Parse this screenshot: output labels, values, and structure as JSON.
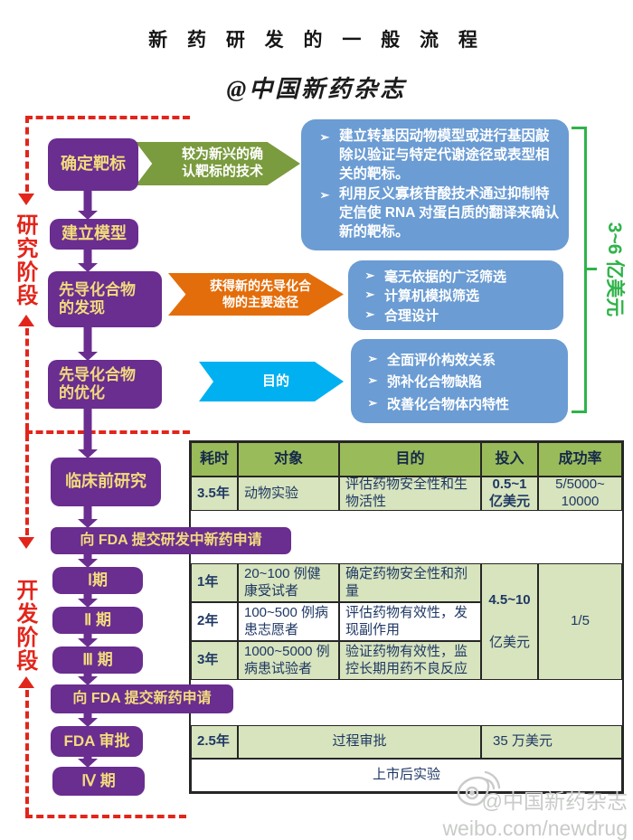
{
  "title": "新 药 研 发 的 一 般 流 程",
  "subtitle": "@中国新药杂志",
  "phase_labels": {
    "research": "研究阶段",
    "development": "开发阶段"
  },
  "cost_bracket": {
    "label": "3~6 亿美元",
    "color": "#2FB34A"
  },
  "bullet": "➢",
  "colors": {
    "flow_box": "#6A2D90",
    "flow_box_text": "#F2DB7C",
    "info_box": "#6B9CD3",
    "chevron_green": "#7A9B3E",
    "chevron_orange": "#E36D0A",
    "chevron_cyan": "#00B0F0",
    "table_header": "#9ABB59",
    "table_row_green": "#D7E4BD",
    "table_text": "#1F3864",
    "phase_dash_red": "#E2251B"
  },
  "flow_boxes": {
    "target": "确定靶标",
    "model": "建立模型",
    "lead_discovery": "先导化合物\n的发现",
    "lead_optimization": "先导化合物\n的优化",
    "preclinical": "临床前研究",
    "ind": "向 FDA 提交研发中新药申请",
    "phase1": "Ⅰ期",
    "phase2": "Ⅱ 期",
    "phase3": "Ⅲ 期",
    "nda": "向 FDA 提交新药申请",
    "fda_review": "FDA 审批",
    "phase4": "Ⅳ 期"
  },
  "callout_arrows": {
    "target_note": "较为新兴的确\n认靶标的技术",
    "lead_note": "获得新的先导化合\n物的主要途径",
    "opt_note": "目的"
  },
  "info_boxes": {
    "target_methods": [
      "建立转基因动物模型或进行基因敲除以验证与特定代谢途径或表型相关的靶标。",
      "利用反义寡核苷酸技术通过抑制特定信使 RNA 对蛋白质的翻译来确认新的靶标。"
    ],
    "lead_methods": [
      "毫无依据的广泛筛选",
      "计算机模拟筛选",
      "合理设计"
    ],
    "opt_goals": [
      "全面评价构效关系",
      "弥补化合物缺陷",
      "改善化合物体内特性"
    ]
  },
  "table": {
    "headers": [
      "耗时",
      "对象",
      "目的",
      "投入",
      "成功率"
    ],
    "preclinical_row": {
      "time": "3.5年",
      "subject": "动物实验",
      "purpose": "评估药物安全性和生物活性",
      "cost_value": "0.5~1",
      "cost_unit": "亿美元",
      "success": "5/5000~\n10000"
    },
    "clinical_rows": [
      {
        "time": "1年",
        "subject": "20~100 例健康受试者",
        "purpose": "确定药物安全性和剂量"
      },
      {
        "time": "2年",
        "subject": "100~500 例病患志愿者",
        "purpose": "评估药物有效性，发现副作用"
      },
      {
        "time": "3年",
        "subject": "1000~5000 例病患试验者",
        "purpose": "验证药物有效性，监控长期用药不良反应"
      }
    ],
    "clinical_cost_value": "4.5~10",
    "clinical_cost_unit": "亿美元",
    "clinical_success": "1/5",
    "approval_row": {
      "time": "2.5年",
      "purpose": "过程审批",
      "cost": "35 万美元"
    },
    "post_market": "上市后实验"
  },
  "watermark": {
    "handle": "@中国新药杂志",
    "url": "weibo.com/newdrug"
  }
}
